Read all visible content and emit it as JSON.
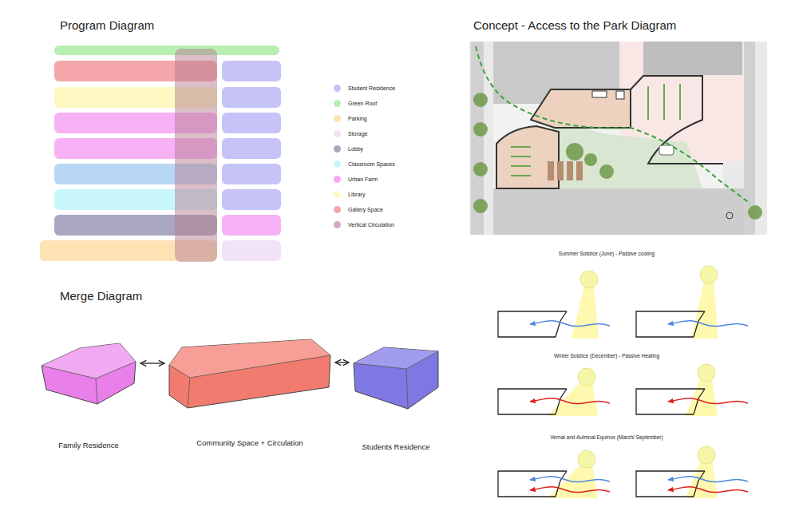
{
  "diagram": {
    "nodes": [
      {
        "text": [
          "Family Residence"
        ]
      },
      {
        "text": [
          "Community Space + Circulation"
        ]
      },
      {
        "text": [
          "Students Residence"
        ]
      }
    ],
    "edges": [
      {
        "from": 0,
        "to": 1,
        "arrow": "both"
      },
      {
        "from": 1,
        "to": 2,
        "arrow": "both"
      }
    ],
    "labels": [
      "Program Diagram",
      "Concept - Access to the Park Diagram",
      "Merge Diagram",
      "Summer Solstice (June) - Passive cooling",
      "Winter Solstice (December) - Passive Heating",
      "Vernal and Autmnal Equinox (March/ September)"
    ],
    "legend": [
      {
        "text": "Student Residence",
        "color": "#c5c3f7"
      },
      {
        "text": "Green Roof",
        "color": "#b7efb0"
      },
      {
        "text": "Parking",
        "color": "#fde2b4"
      },
      {
        "text": "Storage",
        "color": "#f1e2f7"
      },
      {
        "text": "Lobby",
        "color": "#a9a7bf"
      },
      {
        "text": "Classroom Spaces",
        "color": "#c8f6fa"
      },
      {
        "text": "Urban Farm",
        "color": "#f6a9f4"
      },
      {
        "text": "Library",
        "color": "#fdf8c2"
      },
      {
        "text": "Gallery Space",
        "color": "#f4a6ab"
      },
      {
        "text": "Vertical Circulation",
        "color": "#d6a9c6"
      }
    ]
  }
}
